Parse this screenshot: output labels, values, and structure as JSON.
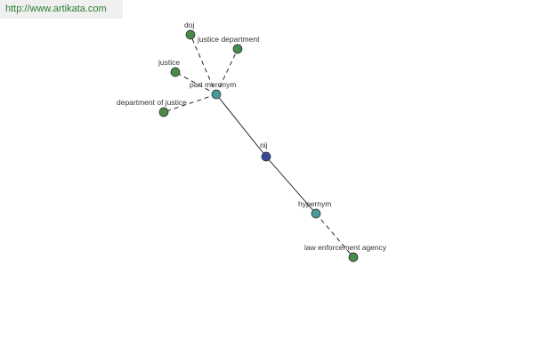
{
  "watermark": "http://www.artikata.com",
  "colors": {
    "leaf": "#4a8b4a",
    "relation": "#4a9a9a",
    "center": "#3a4a9a"
  },
  "graph": {
    "nodes": [
      {
        "id": "nij",
        "label": "nij",
        "kind": "center"
      },
      {
        "id": "part_meronym",
        "label": "part meronym",
        "kind": "relation"
      },
      {
        "id": "hypernym",
        "label": "hypernym",
        "kind": "relation"
      },
      {
        "id": "doj",
        "label": "doj",
        "kind": "leaf"
      },
      {
        "id": "justice_department",
        "label": "justice department",
        "kind": "leaf"
      },
      {
        "id": "justice",
        "label": "justice",
        "kind": "leaf"
      },
      {
        "id": "department_of_justice",
        "label": "department of justice",
        "kind": "leaf"
      },
      {
        "id": "law_enforcement_agency",
        "label": "law enforcement agency",
        "kind": "leaf"
      }
    ],
    "edges": [
      {
        "from": "nij",
        "to": "part_meronym",
        "style": "solid"
      },
      {
        "from": "nij",
        "to": "hypernym",
        "style": "solid"
      },
      {
        "from": "part_meronym",
        "to": "doj",
        "style": "dashed"
      },
      {
        "from": "part_meronym",
        "to": "justice_department",
        "style": "dashed"
      },
      {
        "from": "part_meronym",
        "to": "justice",
        "style": "dashed"
      },
      {
        "from": "part_meronym",
        "to": "department_of_justice",
        "style": "dashed"
      },
      {
        "from": "hypernym",
        "to": "law_enforcement_agency",
        "style": "dashed"
      }
    ]
  }
}
